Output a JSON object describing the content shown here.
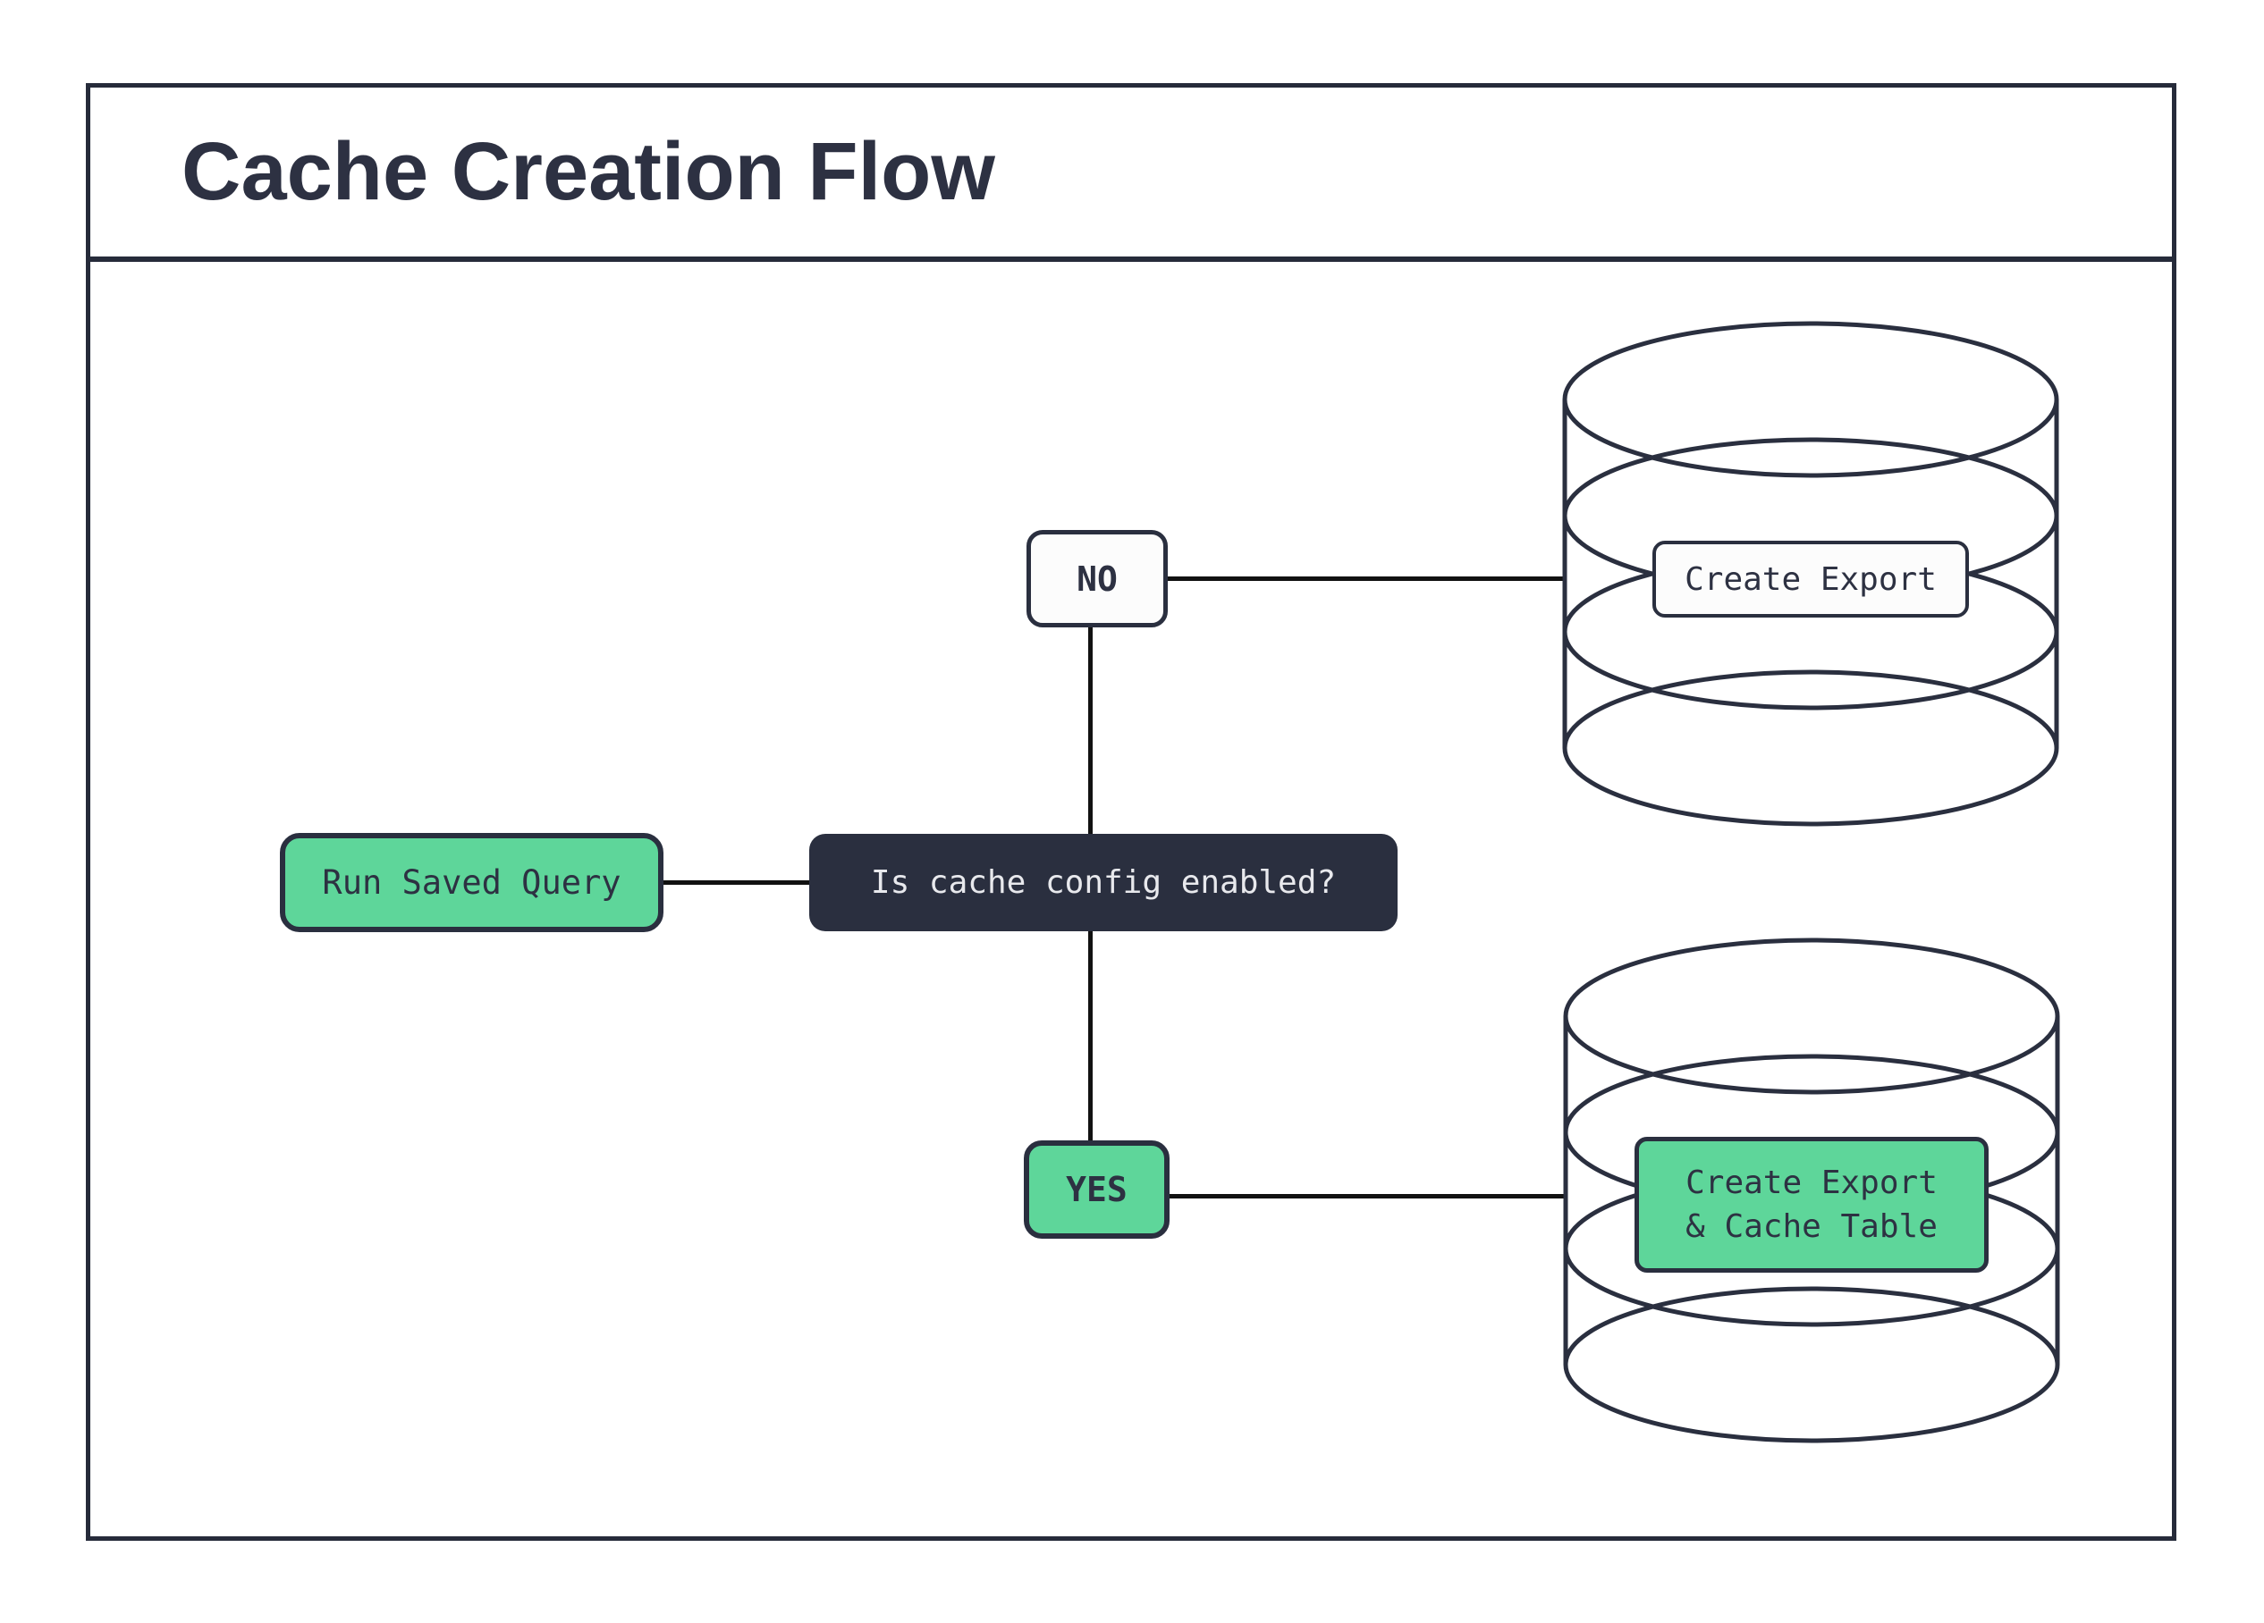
{
  "header": {
    "title": "Cache Creation Flow"
  },
  "nodes": {
    "run_saved_query": {
      "label": "Run Saved Query"
    },
    "question": {
      "label": "Is cache config enabled?"
    },
    "branch_no": {
      "label": "NO"
    },
    "branch_yes": {
      "label": "YES"
    },
    "export_db_label": {
      "label": "Create Export"
    },
    "cache_db_label": {
      "lines": [
        "Create Export",
        "& Cache Table"
      ]
    }
  },
  "colors": {
    "accent_green": "#5ed69a",
    "navy": "#2a2f3f",
    "title_text": "#2d3142",
    "question_text": "#e8e9ed",
    "connector": "#111111",
    "background": "#ffffff"
  }
}
